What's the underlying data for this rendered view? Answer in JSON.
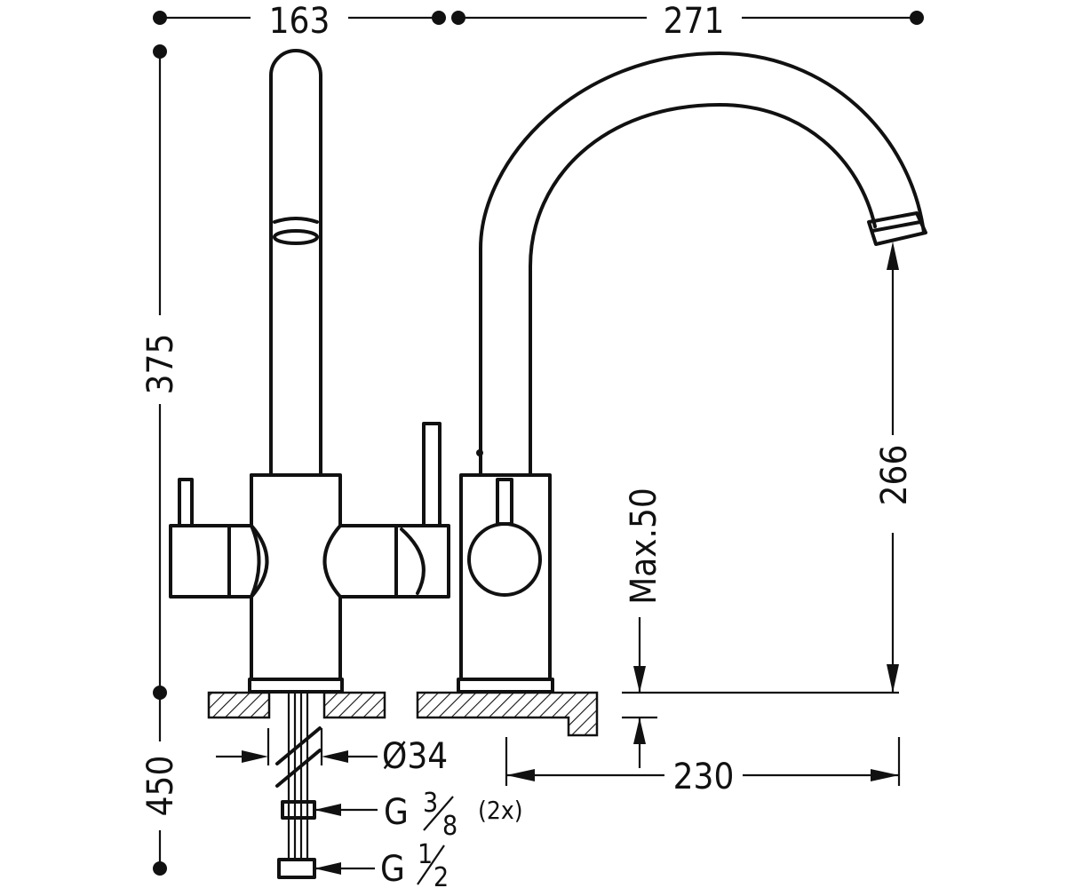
{
  "diagram": {
    "dimensions": {
      "top_left_width": "163",
      "top_right_width": "271",
      "total_height": "375",
      "spout_height": "266",
      "max_thickness": "Max.50",
      "reach": "230",
      "hose_length": "450",
      "hole_diameter": "Ø34"
    },
    "connections": {
      "g38_prefix": "G",
      "g38_num": "3",
      "g38_den": "8",
      "g38_qty": "(2x)",
      "g12_prefix": "G",
      "g12_num": "1",
      "g12_den": "2"
    }
  }
}
